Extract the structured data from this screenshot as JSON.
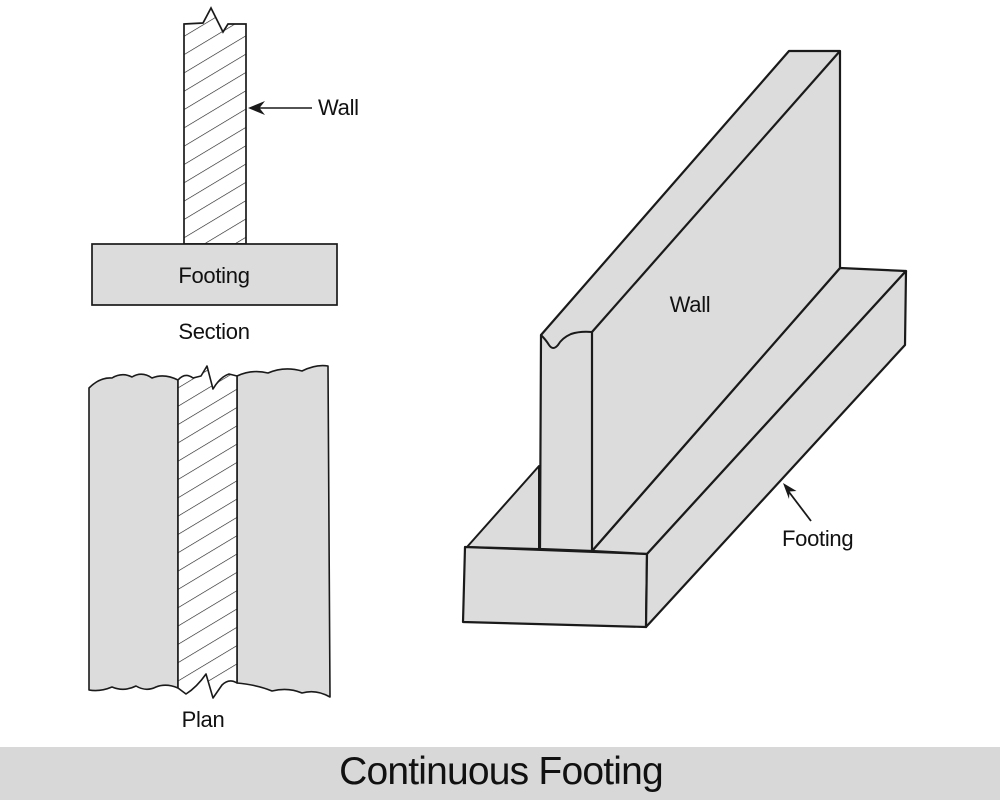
{
  "title_bar": {
    "text": "Continuous Footing",
    "background_color": "#d8d8d8"
  },
  "section_view": {
    "wall_label": "Wall",
    "footing_label": "Footing",
    "caption": "Section"
  },
  "plan_view": {
    "caption": "Plan"
  },
  "isometric_view": {
    "wall_label": "Wall",
    "footing_label": "Footing"
  },
  "colors": {
    "shape_fill": "#dcdcdc",
    "hatch_background": "#ffffff",
    "line": "#1a1a1a",
    "page_background": "#ffffff"
  }
}
